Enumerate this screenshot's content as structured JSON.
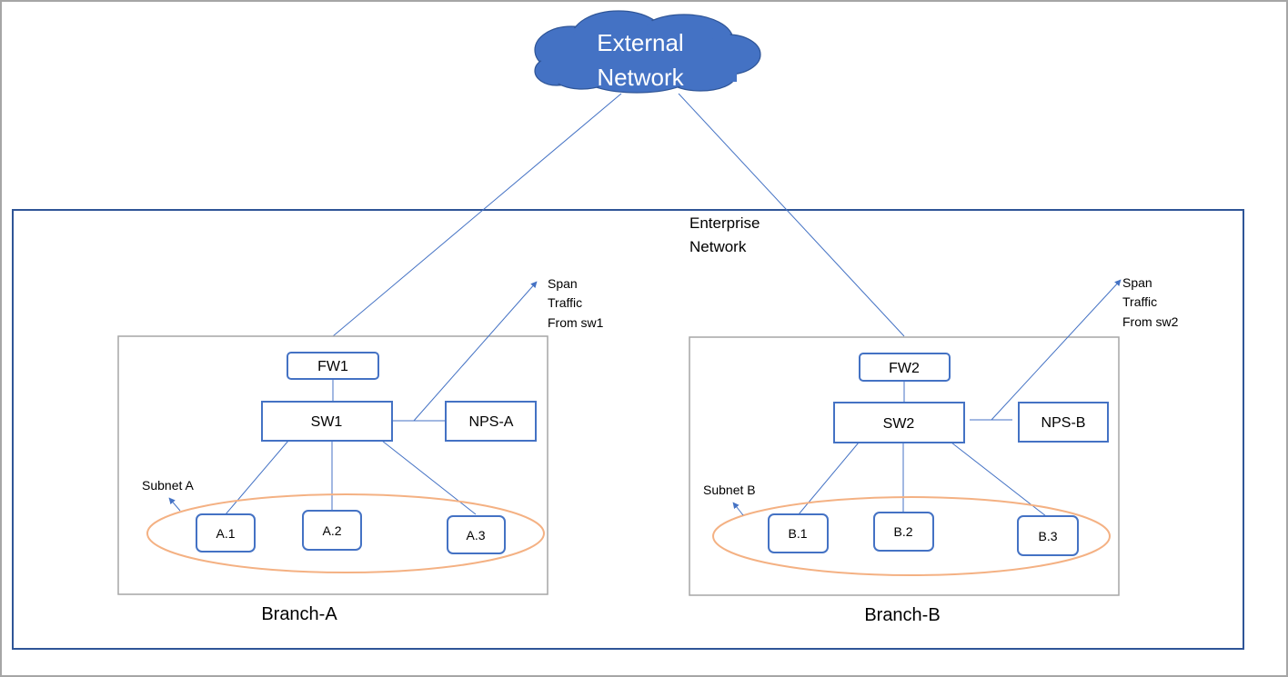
{
  "colors": {
    "outer_border": "#a6a6a6",
    "enterprise_border": "#2f5597",
    "branch_border": "#a6a6a6",
    "node_border": "#4472c4",
    "link_line": "#4472c4",
    "cloud_fill": "#4472c4",
    "subnet_ellipse": "#f4b183"
  },
  "cloud": {
    "line1": "External",
    "line2": "Network"
  },
  "enterprise": {
    "line1": "Enterprise",
    "line2": "Network"
  },
  "branch_a": {
    "label": "Branch-A",
    "firewall": "FW1",
    "switch": "SW1",
    "sensor": "NPS-A",
    "subnet_label": "Subnet A",
    "span_lines": [
      "Span",
      "Traffic",
      "From sw1"
    ],
    "hosts": [
      "A.1",
      "A.2",
      "A.3"
    ]
  },
  "branch_b": {
    "label": "Branch-B",
    "firewall": "FW2",
    "switch": "SW2",
    "sensor": "NPS-B",
    "subnet_label": "Subnet B",
    "span_lines": [
      "Span",
      "Traffic",
      "From sw2"
    ],
    "hosts": [
      "B.1",
      "B.2",
      "B.3"
    ]
  }
}
